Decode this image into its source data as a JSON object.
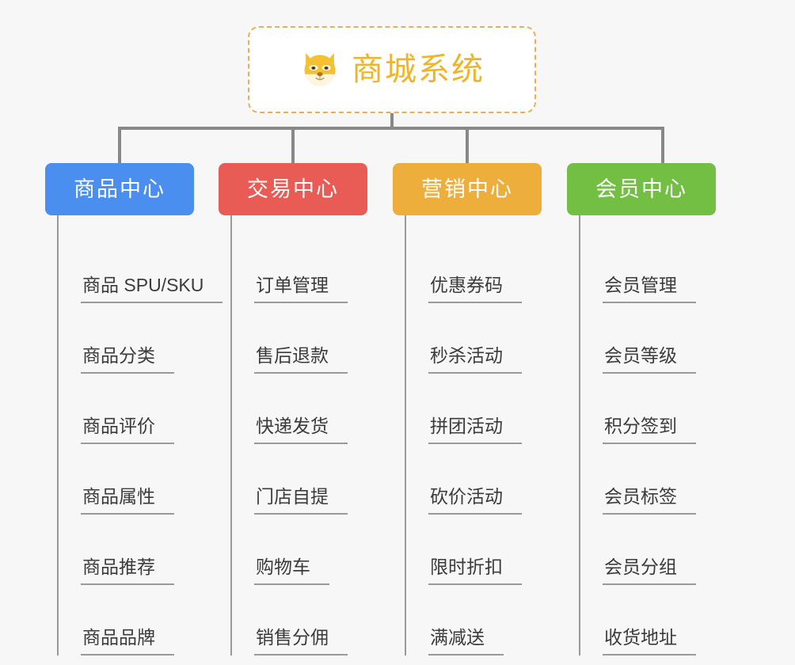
{
  "background_color": "#f7f7f7",
  "root": {
    "title": "商城系统",
    "icon": "dog-face-icon",
    "text_color": "#f0b429",
    "border_color": "#f0ad4e",
    "fill_color": "#ffffff"
  },
  "connector_color": "#888888",
  "leaf_text_color": "#3b3b3b",
  "leaf_underline_color": "#9a9a9a",
  "columns": [
    {
      "label": "商品中心",
      "color": "#4a8ef0",
      "items": [
        {
          "label": "商品 SPU/SKU"
        },
        {
          "label": "商品分类"
        },
        {
          "label": "商品评价"
        },
        {
          "label": "商品属性"
        },
        {
          "label": "商品推荐"
        },
        {
          "label": "商品品牌"
        }
      ]
    },
    {
      "label": "交易中心",
      "color": "#e85c55",
      "items": [
        {
          "label": "订单管理"
        },
        {
          "label": "售后退款"
        },
        {
          "label": "快递发货"
        },
        {
          "label": "门店自提"
        },
        {
          "label": "购物车"
        },
        {
          "label": "销售分佣"
        }
      ]
    },
    {
      "label": "营销中心",
      "color": "#edae3c",
      "items": [
        {
          "label": "优惠券码"
        },
        {
          "label": "秒杀活动"
        },
        {
          "label": "拼团活动"
        },
        {
          "label": "砍价活动"
        },
        {
          "label": "限时折扣"
        },
        {
          "label": "满减送"
        }
      ]
    },
    {
      "label": "会员中心",
      "color": "#72bf44",
      "items": [
        {
          "label": "会员管理"
        },
        {
          "label": "会员等级"
        },
        {
          "label": "积分签到"
        },
        {
          "label": "会员标签"
        },
        {
          "label": "会员分组"
        },
        {
          "label": "收货地址"
        }
      ]
    }
  ]
}
